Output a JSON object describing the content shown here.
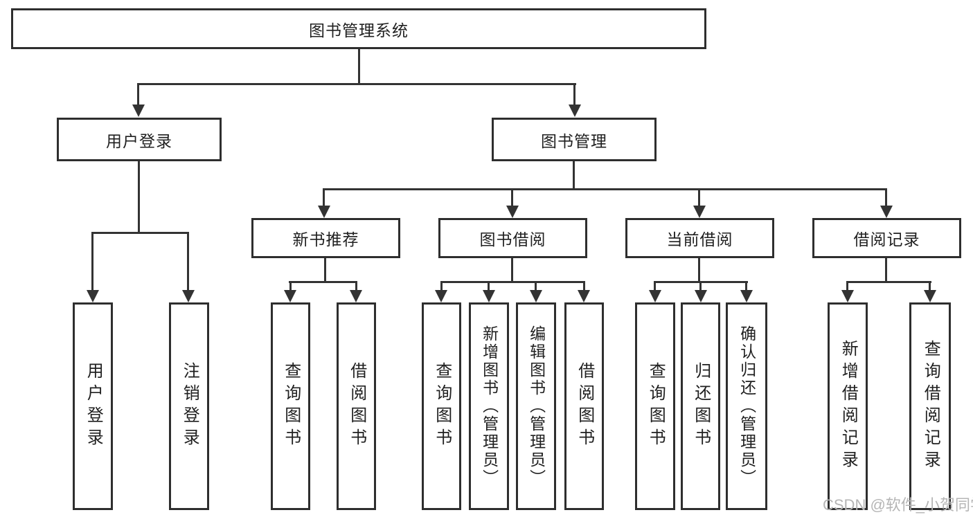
{
  "diagram": {
    "type": "functional-structure-tree",
    "root": {
      "label": "图书管理系统"
    },
    "user_login": {
      "label": "用户登录",
      "children": {
        "login": {
          "label": "用户登录"
        },
        "logout": {
          "label": "注销登录"
        }
      }
    },
    "book_management": {
      "label": "图书管理",
      "children": {
        "new_book": {
          "label": "新书推荐",
          "children": {
            "query_book": {
              "label": "查询图书"
            },
            "borrow_book": {
              "label": "借阅图书"
            }
          }
        },
        "book_borrow": {
          "label": "图书借阅",
          "children": {
            "query_book": {
              "label": "查询图书"
            },
            "add_book": {
              "label": "新增图书（管理员）"
            },
            "edit_book": {
              "label": "编辑图书（管理员）"
            },
            "borrow_book": {
              "label": "借阅图书"
            }
          }
        },
        "current_borrow": {
          "label": "当前借阅",
          "children": {
            "query_book": {
              "label": "查询图书"
            },
            "return_book": {
              "label": "归还图书"
            },
            "confirm_return": {
              "label": "确认归还（管理员）"
            }
          }
        },
        "borrow_records": {
          "label": "借阅记录",
          "children": {
            "add_record": {
              "label": "新增借阅记录"
            },
            "query_record": {
              "label": "查询借阅记录"
            }
          }
        }
      }
    }
  },
  "watermark": {
    "text": "CSDN @软件_小贺同学"
  },
  "colors": {
    "line": "#333333",
    "box_border": "#2e2e2e",
    "text": "#1f1f1f",
    "watermark": "#b5b5b5",
    "background": "#ffffff"
  }
}
